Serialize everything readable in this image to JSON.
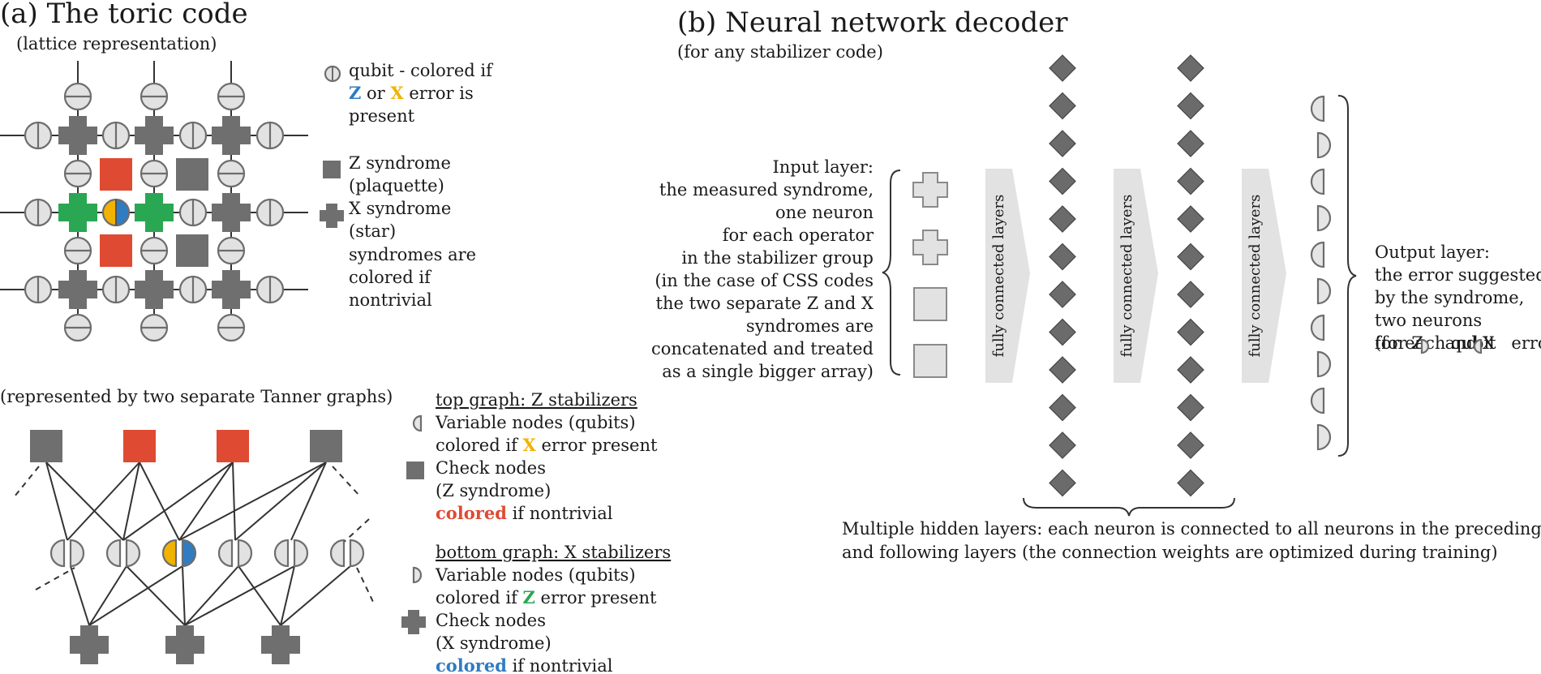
{
  "panel_a": {
    "title": "(a) The toric code",
    "subtitle": "(lattice representation)",
    "legend": {
      "qubit_line1": "qubit - colored if",
      "qubit_z": "Z",
      "qubit_or": " or ",
      "qubit_x": "X",
      "qubit_rest": " error is",
      "qubit_line3": "present",
      "zsyn_line1": "Z syndrome",
      "zsyn_line2": "(plaquette)",
      "xsyn_line1": "X syndrome",
      "xsyn_line2": "(star)",
      "note_line1": "syndromes are",
      "note_line2": "colored if",
      "note_line3": "nontrivial"
    },
    "tanner_caption": "(represented by two separate Tanner graphs)",
    "tanner_legend": {
      "top_heading": "top graph: Z stabilizers",
      "top_var_line1": "Variable nodes (qubits)",
      "top_var_pre": "colored if ",
      "top_var_x": "X",
      "top_var_post": " error present",
      "top_check_line1": "Check nodes",
      "top_check_line2": "(Z syndrome)",
      "top_check_colored": "colored",
      "top_check_post": " if nontrivial",
      "bottom_heading": "bottom graph: X stabilizers",
      "bottom_var_line1": "Variable nodes (qubits)",
      "bottom_var_pre": "colored if ",
      "bottom_var_z": "Z",
      "bottom_var_post": " error present",
      "bottom_check_line1": "Check nodes",
      "bottom_check_line2": "(X syndrome)",
      "bottom_check_colored": "colored",
      "bottom_check_post": " if nontrivial"
    }
  },
  "panel_b": {
    "title": "(b) Neural network decoder",
    "subtitle": "(for any stabilizer code)",
    "input_text": [
      "Input layer:",
      "the measured syndrome,",
      "one neuron",
      "for each operator",
      "in the stabilizer group",
      "(in the case of CSS codes",
      "the two separate Z and X",
      "syndromes are",
      "concatenated and treated",
      "as a single bigger array)"
    ],
    "arrow_label": "fully connected layers",
    "output_text": [
      "Output layer:",
      "the error suggested",
      "by the syndrome,",
      "two neurons",
      "for each qubit"
    ],
    "output_last_pre": "(for Z",
    "output_last_mid": " and X",
    "output_last_post": " errors)",
    "hidden_caption_line1": "Multiple hidden layers: each neuron is connected to all neurons in the preceding",
    "hidden_caption_line2": "and following layers (the connection weights are optimized during training)"
  },
  "colors": {
    "red": "#df4a32",
    "green": "#2aa752",
    "blue": "#2f7cc2",
    "yellow": "#f2b200",
    "gray_dark": "#6f6f6f",
    "gray_light": "#e2e2e2"
  }
}
